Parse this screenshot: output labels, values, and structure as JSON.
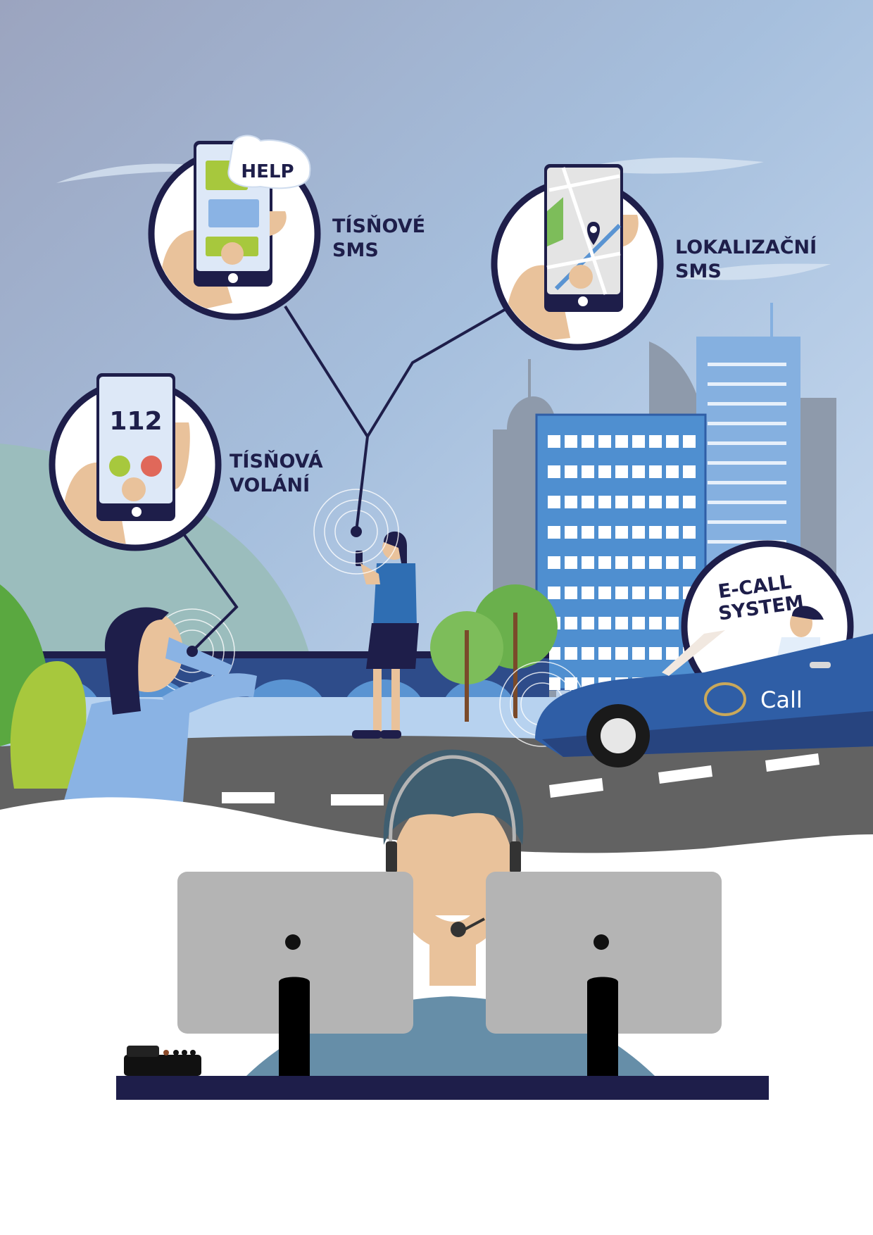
{
  "labels": {
    "emergency_sms": [
      "TÍSŇOVÉ",
      "SMS"
    ],
    "location_sms": [
      "LOKALIZAČNÍ",
      "SMS"
    ],
    "emergency_calls": [
      "TÍSŇOVÁ",
      "VOLÁNÍ"
    ],
    "ecall_system": [
      "E-CALL",
      "SYSTEM"
    ]
  },
  "phones": {
    "sms_bubble": "HELP",
    "dial_number": "112"
  },
  "car_logo": "Call",
  "colors": {
    "navy": "#1e1e4a",
    "building_blue": "#4f8fd0",
    "car_blue": "#2f5ea6",
    "road": "#626262",
    "monitor": "#b4b4b4",
    "skin": "#e9c29b"
  }
}
